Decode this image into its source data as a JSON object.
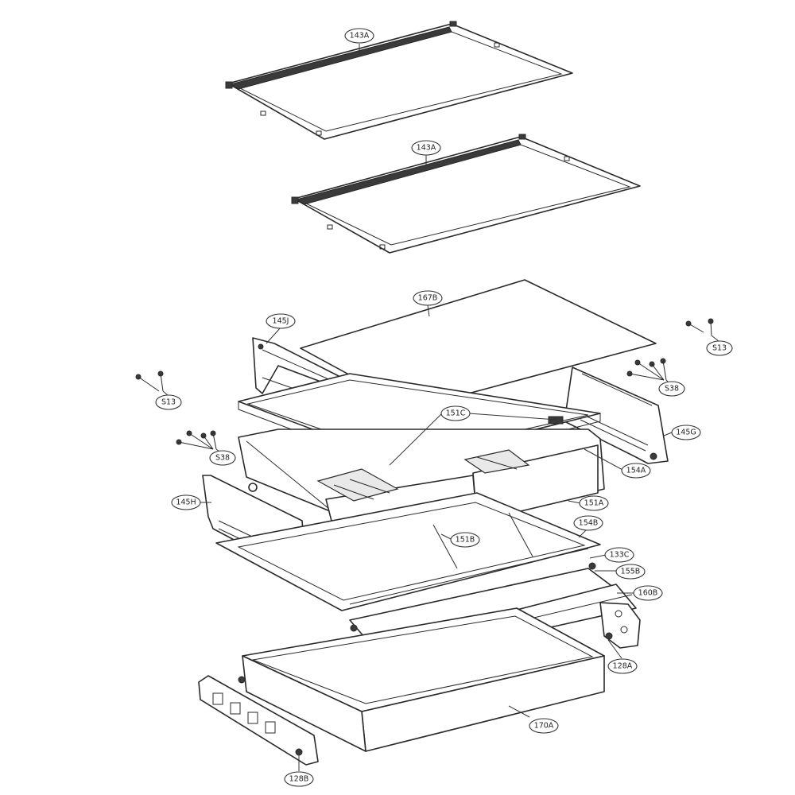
{
  "callouts": {
    "c143a_top": "143A",
    "c143a_mid": "143A",
    "c167b": "167B",
    "c145j": "145J",
    "c145g": "145G",
    "c145h": "145H",
    "c151c": "151C",
    "c154a": "154A",
    "c151a": "151A",
    "c151b": "151B",
    "c154b": "154B",
    "c133c": "133C",
    "c155b": "155B",
    "c160b": "160B",
    "c128a": "128A",
    "c128b": "128B",
    "c170a": "170A",
    "c13_right": "S13",
    "c13_left": "S13",
    "c38_right": "S38",
    "c38_left": "S38"
  }
}
